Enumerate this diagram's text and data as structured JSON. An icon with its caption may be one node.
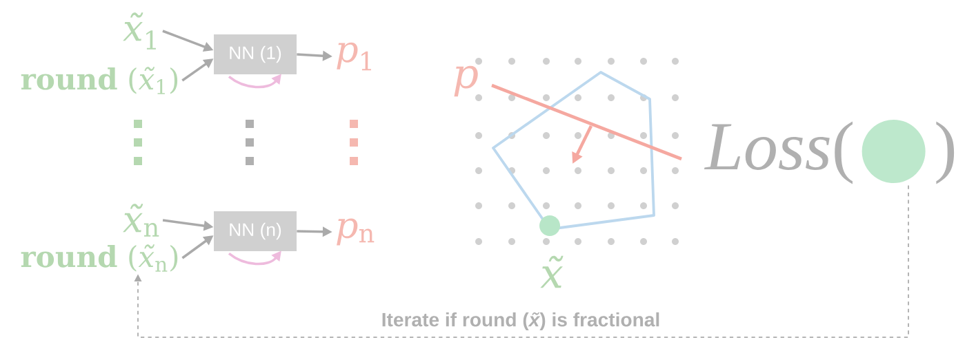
{
  "diagram": {
    "nodes": [
      {
        "text": [
          "*x̃*$_{1}$"
        ]
      },
      {
        "text": [
          "**round** (*x̃*$_{1}$)"
        ]
      },
      {
        "text": [
          "NN (1)"
        ]
      },
      {
        "text": [
          "*p*$_{1}$"
        ]
      },
      {
        "text": [
          "*x̃*$_{n}$"
        ]
      },
      {
        "text": [
          "**round** (*x̃*$_{n}$)"
        ]
      },
      {
        "text": [
          "NN (n)"
        ]
      },
      {
        "text": [
          "*p*$_{n}$"
        ]
      },
      {
        "text": [
          "*Loss*(",
          ")"
        ]
      }
    ],
    "edges": [
      {
        "from": 0,
        "to": 2,
        "arrow": "to"
      },
      {
        "from": 1,
        "to": 2,
        "arrow": "to"
      },
      {
        "from": 2,
        "to": 3,
        "arrow": "to"
      },
      {
        "from": 2,
        "to": 2,
        "arrow": "to",
        "color": "#eebbdd"
      },
      {
        "from": 4,
        "to": 6,
        "arrow": "to"
      },
      {
        "from": 5,
        "to": 6,
        "arrow": "to"
      },
      {
        "from": 6,
        "to": 7,
        "arrow": "to"
      },
      {
        "from": 6,
        "to": 6,
        "arrow": "to",
        "color": "#eebbdd"
      },
      {
        "from": 8,
        "to": 5,
        "arrow": "to",
        "style": "dashed",
        "label": "Iterate if round (*x̃*) is fractional"
      }
    ],
    "labels": [
      "*p*",
      "*x̃*"
    ]
  }
}
